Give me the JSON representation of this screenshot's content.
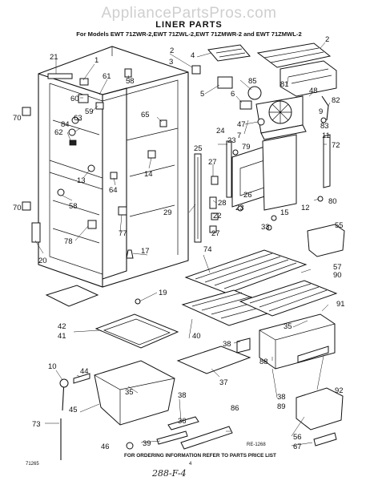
{
  "watermark": "AppliancePartsPros.com",
  "title": "LINER PARTS",
  "subtitle": "For Models EWT 71ZWR-2,EWT 71ZWL-2,EWT 71ZMWR-2 and EWT 71ZMWL-2",
  "footer_note": "FOR ORDERING INFORMATION REFER TO PARTS PRICE LIST",
  "diagram_code": "71265",
  "figure_code": "RE-1268",
  "page_mark": "4",
  "handwritten_note": "288-F-4",
  "callouts": {
    "c2a": "2",
    "c3": "3",
    "c4": "4",
    "c2b": "2",
    "c21": "21",
    "c1": "1",
    "c61": "61",
    "c58a": "58",
    "c5": "5",
    "c85": "85",
    "c81": "81",
    "c48": "48",
    "c82": "82",
    "c60": "60",
    "c59": "59",
    "c6": "6",
    "c47": "47",
    "c9": "9",
    "c83": "83",
    "c11": "11",
    "c70a": "70",
    "c63": "63",
    "c65": "65",
    "c7": "7",
    "c24": "24",
    "c23a": "23",
    "c79": "79",
    "c72": "72",
    "c84": "84",
    "c62": "62",
    "c25": "25",
    "c14": "14",
    "c27a": "27",
    "c13": "13",
    "c64": "64",
    "c28": "28",
    "c26": "26",
    "c80": "80",
    "c70b": "70",
    "c58b": "58",
    "c29": "29",
    "c23b": "23",
    "c15": "15",
    "c12": "12",
    "c22": "22",
    "c27b": "27",
    "c33": "33",
    "c55": "55",
    "c78": "78",
    "c77": "77",
    "c20": "20",
    "c17": "17",
    "c74": "74",
    "c57": "57",
    "c90": "90",
    "c19": "19",
    "c91": "91",
    "c42": "42",
    "c41": "41",
    "c40": "40",
    "c35a": "35",
    "c38a": "38",
    "c88": "88",
    "c10": "10",
    "c44": "44",
    "c35b": "35",
    "c37": "37",
    "c89": "89",
    "c92": "92",
    "c45": "45",
    "c38b": "38",
    "c86": "86",
    "c73": "73",
    "c36": "36",
    "c39": "39",
    "c46": "46",
    "c56": "56",
    "c67": "67"
  }
}
